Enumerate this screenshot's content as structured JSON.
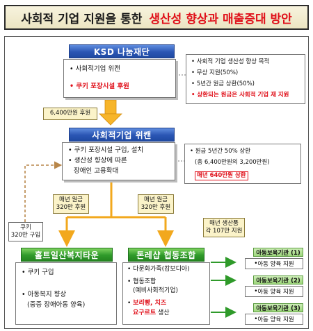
{
  "title": {
    "black": "사회적 기업 지원을 통한",
    "red": "생산성 향상과 매출증대 방안"
  },
  "ksd": {
    "header": "KSD 나눔재단",
    "items": [
      "사회적기업 위캔",
      "쿠키 포장시설 후원"
    ]
  },
  "ksd_note": {
    "items": [
      "사회적 기업 생산성 향상 목적",
      "무상 지원(50%)",
      "5년간 원금 상환(50%)",
      "상환되는 원금은 사회적 기업 재 지원"
    ]
  },
  "support_label": "6,400만원 후원",
  "wecan": {
    "header": "사회적기업 위캔",
    "items": [
      "쿠키 포장시설 구입, 설치",
      "생산성 향상에 따른",
      "장애인 고용확대"
    ]
  },
  "wecan_note": {
    "line1": "원금 5년간 50% 상환",
    "line2": "(총 6,400만원의 3,200만원)",
    "line3": "매년 640만원 상환"
  },
  "annual_left": {
    "line1": "매년 원금",
    "line2": "320만 후원"
  },
  "annual_right": {
    "line1": "매년 원금",
    "line2": "320만 후원"
  },
  "cookie_buy": {
    "line1": "쿠키",
    "line2": "320만 구입"
  },
  "hort": {
    "header": "홀트일산복지타운",
    "items": [
      "쿠키 구입",
      "아동복지 향상",
      "(중증 장애아동 양육)"
    ]
  },
  "coop": {
    "header": "돈레샵 협동조합",
    "items": [
      "다문화가족(캄보디아)",
      "협동조합",
      "(예비사회적기업)",
      "보리빵, 치즈",
      "요구르트",
      "생산"
    ]
  },
  "profit_label": {
    "line1": "매년 생산품",
    "line2": "각 107만 지원"
  },
  "childcare": [
    {
      "label": "아동보육기관 (1)",
      "item": "아동 양육 지원"
    },
    {
      "label": "아동보육기관 (2)",
      "item": "아동 양육 지원"
    },
    {
      "label": "아동보육기관 (3)",
      "item": "아동 양육 지원"
    }
  ],
  "colors": {
    "accent_red": "#e0101a",
    "header_blue": "#2a55b3",
    "header_green": "#2f9a2a",
    "note_yellow": "#fbf3c9",
    "arrow_orange": "#f2a81d"
  }
}
